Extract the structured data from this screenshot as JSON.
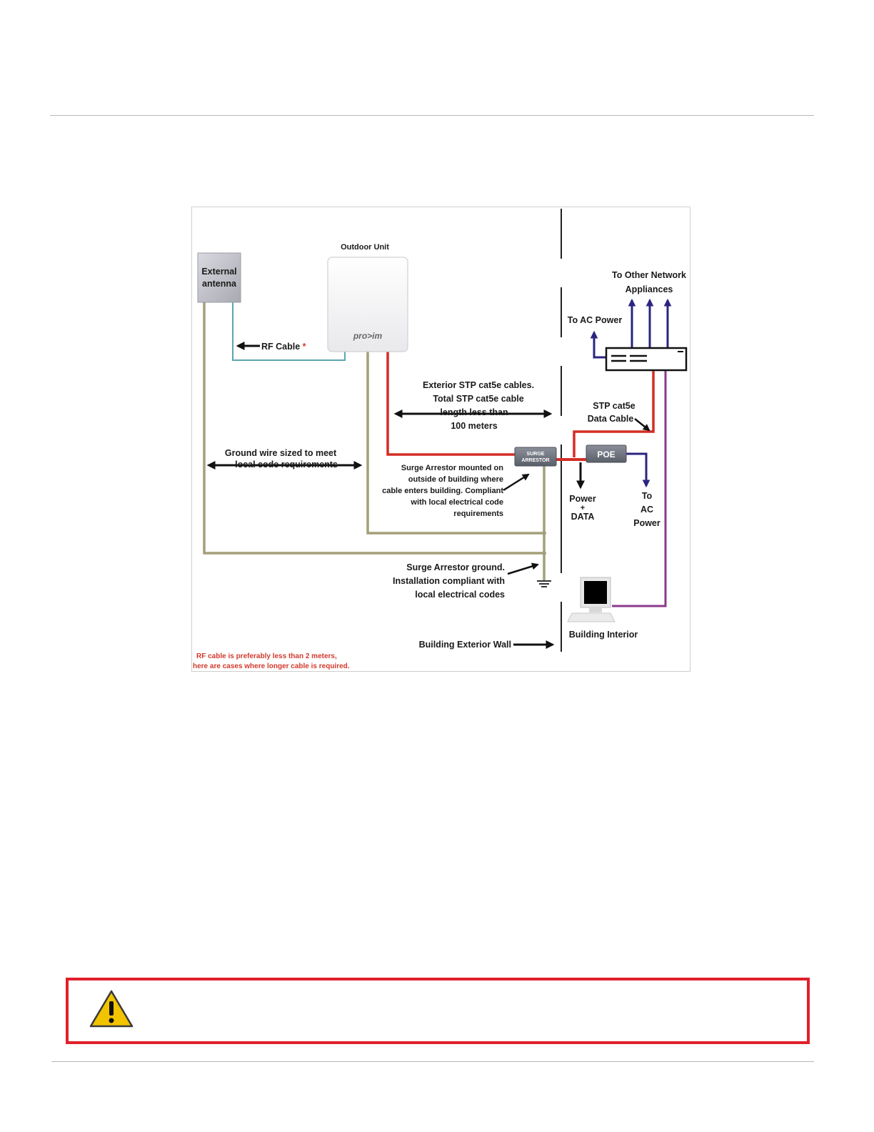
{
  "diagram": {
    "outdoor_unit_label": "Outdoor Unit",
    "external_antenna_label": [
      "External",
      "antenna"
    ],
    "brand_logo_text": "pro>im",
    "rf_cable_label": "RF Cable",
    "rf_cable_asterisk": "*",
    "to_other_network_label": [
      "To Other Network",
      "Appliances"
    ],
    "to_ac_power_top_label": "To AC Power",
    "exterior_cable_label": [
      "Exterior STP cat5e cables.",
      "Total STP cat5e cable",
      "length less than",
      "100 meters"
    ],
    "stp_data_cable_label": [
      "STP cat5e",
      "Data Cable"
    ],
    "ground_wire_label": [
      "Ground wire sized to meet",
      "local code requirements"
    ],
    "surge_arrestor_box_label": [
      "SURGE",
      "ARRESTOR"
    ],
    "poe_label": "POE",
    "surge_mounted_label": [
      "Surge Arrestor mounted on",
      "outside of building where",
      "cable enters building. Compliant",
      "with local electrical code",
      "requirements"
    ],
    "power_data_label": [
      "Power",
      "+",
      "DATA"
    ],
    "to_ac_power_bottom_label": [
      "To",
      "AC",
      "Power"
    ],
    "surge_ground_label": [
      "Surge Arrestor ground.",
      "Installation compliant with",
      "local electrical codes"
    ],
    "building_interior_label": "Building Interior",
    "building_exterior_wall_label": "Building Exterior Wall",
    "footnote": [
      "RF cable is preferably less than 2 meters,",
      "here are cases where longer cable is required."
    ]
  },
  "colors": {
    "data_cable": "#d42d25",
    "ground_wire": "#a3a079",
    "rf_cable": "#5aa7b0",
    "ac_power": "#2b2580",
    "network_cable": "#8a3a8c",
    "caution_border": "#e0202b",
    "caution_icon": "#f2c400"
  },
  "caution": {
    "icon": "warning-triangle-icon"
  }
}
